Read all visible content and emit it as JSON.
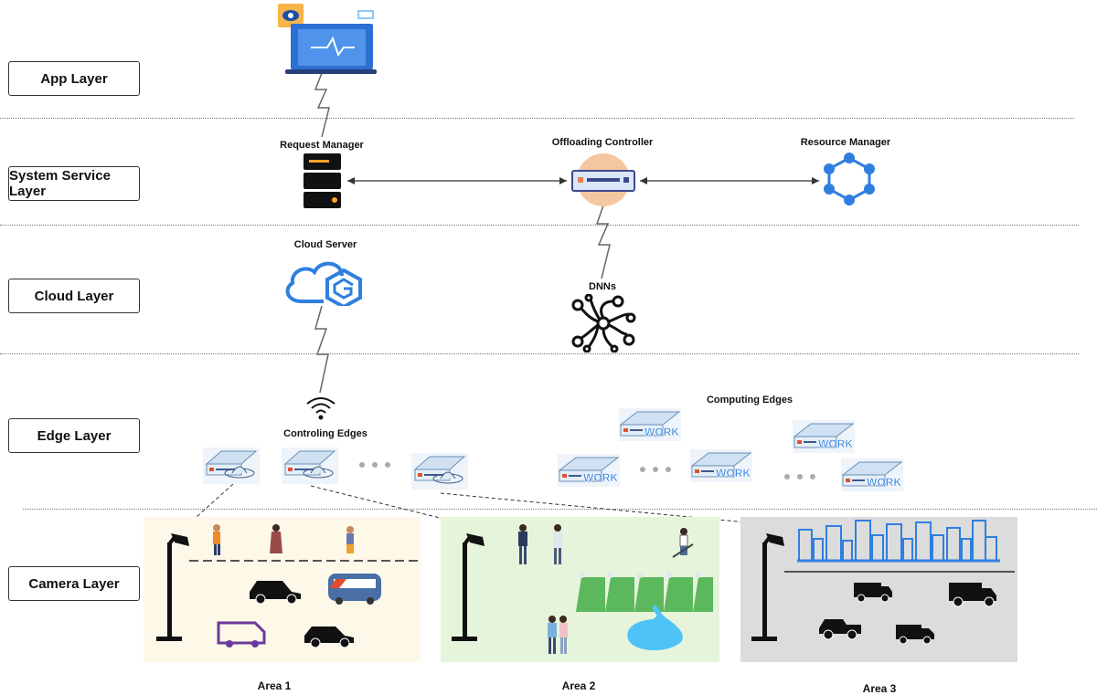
{
  "layers": [
    {
      "label": "App Layer"
    },
    {
      "label": "System Service Layer"
    },
    {
      "label": "Cloud Layer"
    },
    {
      "label": "Edge Layer"
    },
    {
      "label": "Camera Layer"
    }
  ],
  "nodes": {
    "request_manager": "Request Manager",
    "offloading_controller": "Offloading Controller",
    "resource_manager": "Resource Manager",
    "cloud_server": "Cloud Server",
    "dnns": "DNNs",
    "controlling_edges": "Controling Edges",
    "computing_edges": "Computing Edges",
    "work_label": "WORK"
  },
  "areas": [
    {
      "label": "Area 1",
      "color": "#fdf8e8"
    },
    {
      "label": "Area 2",
      "color": "#e6f4dc"
    },
    {
      "label": "Area 3",
      "color": "#dcdcdc"
    }
  ],
  "colors": {
    "accent_blue": "#2f7fe0",
    "peach": "#f5c7a0",
    "green_tree": "#5cb85c",
    "river": "#4fc3f7"
  }
}
